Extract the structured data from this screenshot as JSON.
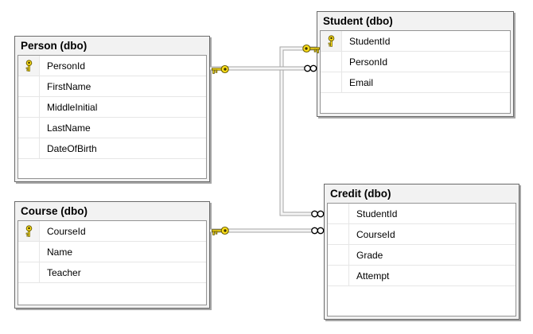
{
  "diagram": {
    "tables": [
      {
        "id": "person",
        "title": "Person (dbo)",
        "columns": [
          {
            "name": "PersonId",
            "pk": true
          },
          {
            "name": "FirstName",
            "pk": false
          },
          {
            "name": "MiddleInitial",
            "pk": false
          },
          {
            "name": "LastName",
            "pk": false
          },
          {
            "name": "DateOfBirth",
            "pk": false
          }
        ]
      },
      {
        "id": "student",
        "title": "Student (dbo)",
        "columns": [
          {
            "name": "StudentId",
            "pk": true
          },
          {
            "name": "PersonId",
            "pk": false
          },
          {
            "name": "Email",
            "pk": false
          }
        ]
      },
      {
        "id": "course",
        "title": "Course (dbo)",
        "columns": [
          {
            "name": "CourseId",
            "pk": true
          },
          {
            "name": "Name",
            "pk": false
          },
          {
            "name": "Teacher",
            "pk": false
          }
        ]
      },
      {
        "id": "credit",
        "title": "Credit (dbo)",
        "columns": [
          {
            "name": "StudentId",
            "pk": false
          },
          {
            "name": "CourseId",
            "pk": false
          },
          {
            "name": "Grade",
            "pk": false
          },
          {
            "name": "Attempt",
            "pk": false
          }
        ]
      }
    ],
    "relations": [
      {
        "name": "person-student",
        "one_side": "Person (dbo)",
        "many_side": "Student (dbo)",
        "one_marker": "key",
        "many_marker": "infinity"
      },
      {
        "name": "student-credit",
        "one_side": "Student (dbo)",
        "many_side": "Credit (dbo)",
        "one_marker": "key",
        "many_marker": "infinity"
      },
      {
        "name": "course-credit",
        "one_side": "Course (dbo)",
        "many_side": "Credit (dbo)",
        "one_marker": "key",
        "many_marker": "infinity"
      }
    ]
  },
  "colors": {
    "key_yellow": "#ffe01a",
    "key_outline": "#6b5e00",
    "key_hole": "#3f3800",
    "connector_edge": "#a6a6a6",
    "connector_fill": "#f5f5f5",
    "table_border": "#6a6a6a",
    "table_frame": "#f2f2f2",
    "row_separator": "#e6e6e6",
    "canvas_bg": "#ffffff"
  }
}
